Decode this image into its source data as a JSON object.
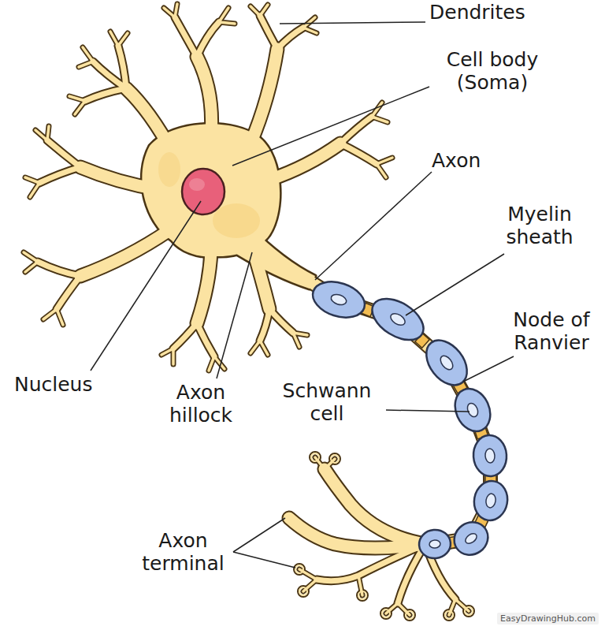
{
  "diagram": {
    "labels": [
      "Dendrites",
      "Cell body (Soma)",
      "Axon",
      "Myelin sheath",
      "Node of Ranvier",
      "Schwann cell",
      "Nucleus",
      "Axon hillock",
      "Axon terminal",
      "EasyDrawingHub.com"
    ]
  }
}
